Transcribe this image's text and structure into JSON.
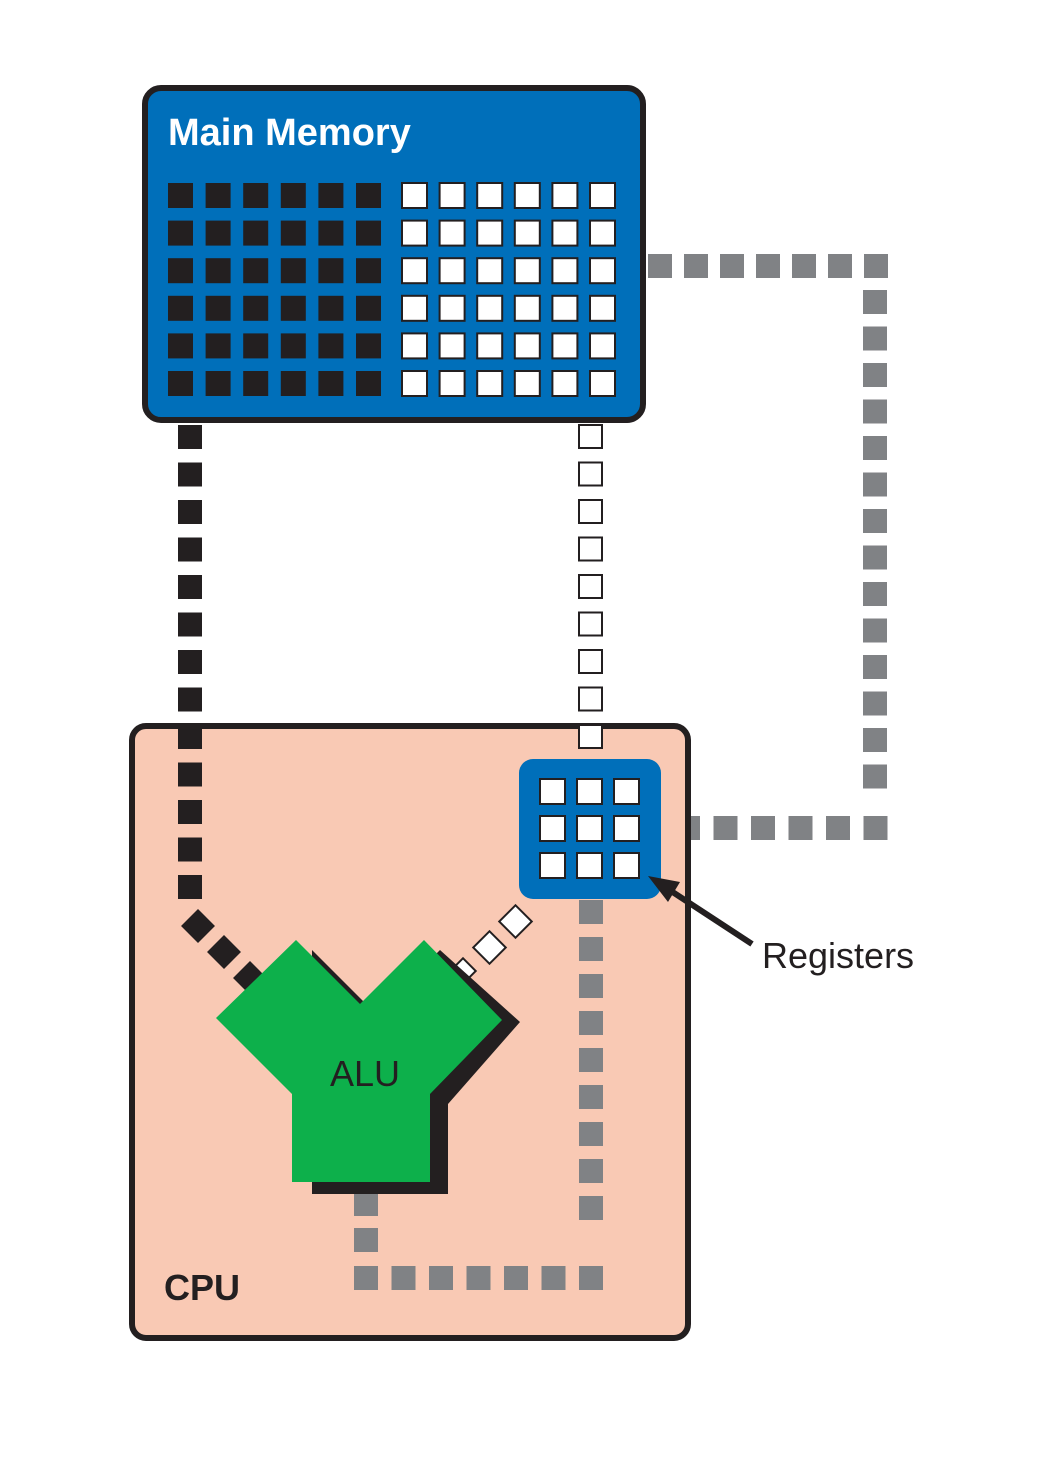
{
  "main_memory": {
    "label": "Main Memory",
    "fill": "#006fba",
    "grid_rows": 6,
    "dark_cols": 6,
    "light_cols": 6
  },
  "cpu": {
    "label": "CPU",
    "fill": "#f9c9b4"
  },
  "alu": {
    "label": "ALU",
    "fill": "#0db04b"
  },
  "registers": {
    "label": "Registers",
    "fill": "#006fba",
    "grid_rows": 3,
    "grid_cols": 3
  },
  "colors": {
    "outline": "#231f20",
    "bus_dark": "#231f20",
    "bus_light": "#ffffff",
    "bus_gray": "#808285"
  }
}
